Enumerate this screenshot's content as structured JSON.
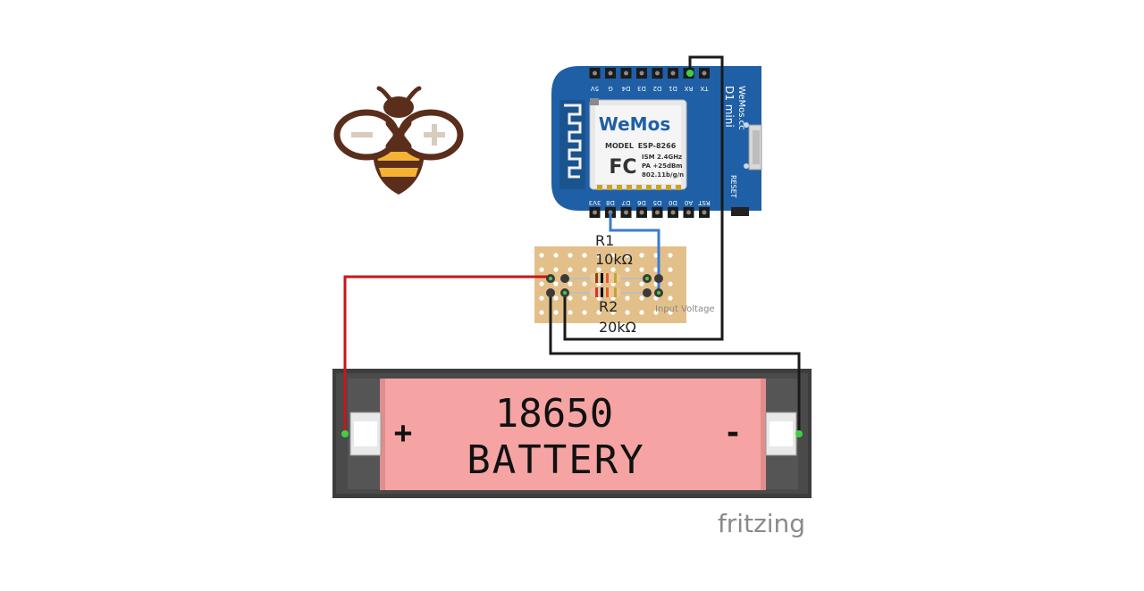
{
  "board": {
    "name": "D1 mini",
    "brand_side": "WeMos.cc",
    "logo": "WeMos",
    "model_label": "MODEL",
    "model_value": "ESP-8266",
    "fcc": "FC",
    "spec1": "ISM 2.4GHz",
    "spec2": "PA +25dBm",
    "spec3": "802.11b/g/n",
    "reset_label": "RESET",
    "top_pins": [
      "TX",
      "RX",
      "D1",
      "D2",
      "D3",
      "D4",
      "G",
      "5V"
    ],
    "bottom_pins": [
      "RST",
      "A0",
      "D0",
      "D5",
      "D6",
      "D7",
      "D8",
      "3V3"
    ]
  },
  "resistors": {
    "r1_name": "R1",
    "r1_value": "10kΩ",
    "r2_name": "R2",
    "r2_value": "20kΩ",
    "probe_label": "Input Voltage"
  },
  "battery": {
    "line1": "18650",
    "line2": "BATTERY",
    "plus": "+",
    "minus": "-"
  },
  "watermark": "fritzing",
  "colors": {
    "board_blue": "#1f5fa6",
    "wire_red": "#c8161d",
    "wire_black": "#1a1a1a",
    "wire_blue": "#3a7bd5",
    "perfboard": "#e3c08a",
    "battery_body": "#f5a3a3",
    "holder": "#3d3d3d",
    "bee_brown": "#5a2e1b",
    "bee_yellow": "#f5b335"
  }
}
